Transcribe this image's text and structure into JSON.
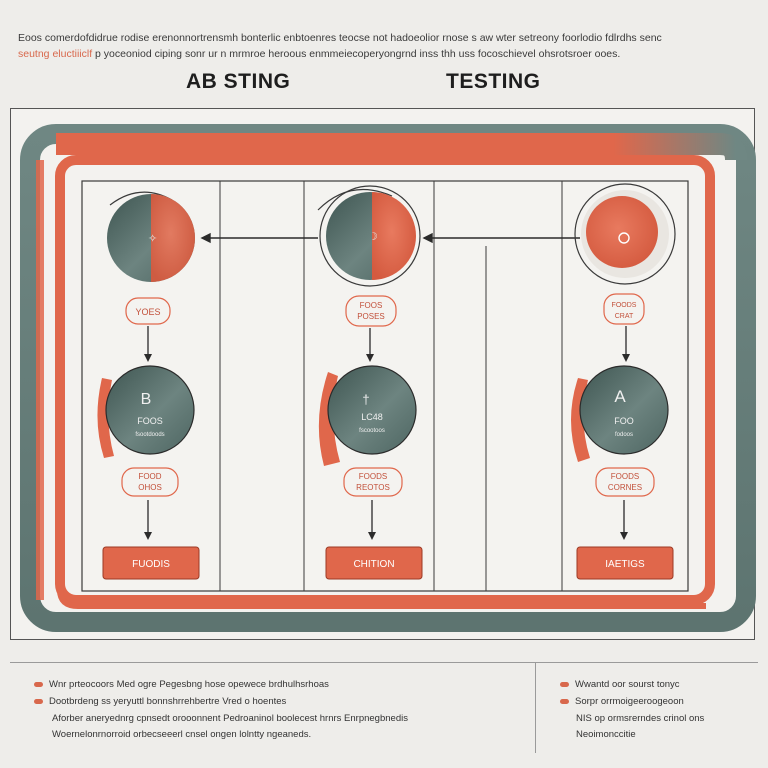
{
  "intro": {
    "line1": "Eoos comerdofdidrue rodise erenonnortrensmh bonterlic enbtoenres teocse not hadoeolior rnose s aw wter setreony foorlodio fdlrdhs senc",
    "line2_accent": "seutng eluctiiiclf",
    "line2_rest": "p yoceoniod ciping sonr ur n mrmroe heroous enmmeiecoperyongrnd inss thh uss focoschievel ohsrotsroer ooes."
  },
  "titles": {
    "left": "AB STING",
    "right": "TESTING"
  },
  "columns": [
    {
      "label1_l1": "YOES",
      "label1_l2": "",
      "label2_l1": "FOOD",
      "label2_l2": "OHOS",
      "button": "FUODIS",
      "top_glyph": "✧",
      "mid_glyph": "B",
      "mid_l1": "FOOS",
      "mid_l2": "fsootdoods"
    },
    {
      "label1_l1": "FOOS",
      "label1_l2": "POSES",
      "label2_l1": "FOODS",
      "label2_l2": "REOTOS",
      "button": "CHITION",
      "top_glyph": "☽",
      "mid_glyph": "†",
      "mid_l1": "LC48",
      "mid_l2": "fscootoos"
    },
    {
      "label1_l1": "FOODS",
      "label1_l2": "CRAT",
      "label2_l1": "FOODS",
      "label2_l2": "CORNES",
      "button": "IAETIGS",
      "top_glyph": "",
      "mid_glyph": "A",
      "mid_l1": "FOO",
      "mid_l2": "fodoos"
    }
  ],
  "footer": {
    "left": [
      "Wnr prteocoors Med ogre Pegesbng hose opewece brdhulhsrhoas",
      "Dootbrdeng ss yeryuttl bonnshrrehbertre Vred o hoentes",
      "Aforber aneryednrg cpnsedt orooonnent Pedroaninol boolecest hrnrs Enrpnegbnedis",
      "Woernelonrnorroid orbecseeerl cnsel ongen lolntty ngeaneds."
    ],
    "right": [
      "Wwantd oor sourst tonyc",
      "Sorpr orrmoigeeroogeoon",
      "NIS op ormsrerndes crinol ons",
      "Neoimonccitie"
    ]
  },
  "colors": {
    "accent": "#e0674b",
    "slate": "#5d7470",
    "frame": "#555555",
    "background": "#eeedea"
  }
}
